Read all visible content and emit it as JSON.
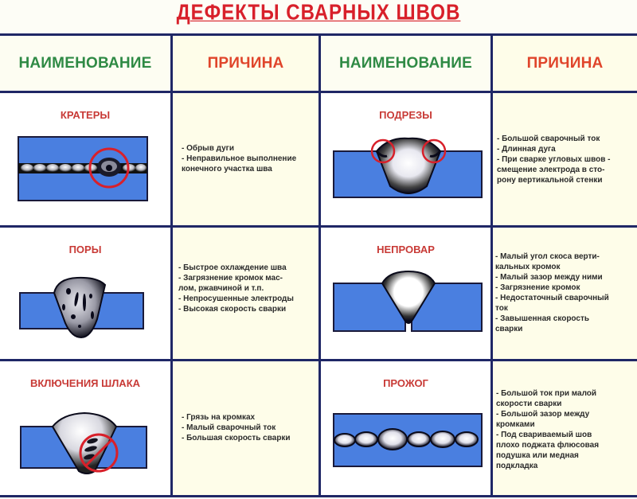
{
  "title": "ДЕФЕКТЫ СВАРНЫХ ШВОВ",
  "headers": {
    "name_left": "НАИМЕНОВАНИЕ",
    "cause_left": "ПРИЧИНА",
    "name_right": "НАИМЕНОВАНИЕ",
    "cause_right": "ПРИЧИНА"
  },
  "colors": {
    "title": "#d8202a",
    "header_name": "#2f8a45",
    "header_cause": "#e0452b",
    "defect_name": "#c83a36",
    "grid": "#1f2766",
    "plate": "#4a7fe0",
    "marker_circle": "#d8202a"
  },
  "defects": [
    {
      "name": "КРАТЕРЫ",
      "illustration": "crater-weld-icon",
      "causes": [
        "- Обрыв дуги",
        "- Неправильное выполнение",
        "конечного участка шва"
      ]
    },
    {
      "name": "ПОДРЕЗЫ",
      "illustration": "undercut-weld-icon",
      "causes": [
        "- Большой сварочный ток",
        "- Длинная дуга",
        "- При сварке угловых швов -",
        "смещение электрода в сто-",
        "рону вертикальной стенки"
      ]
    },
    {
      "name": "ПОРЫ",
      "illustration": "pores-weld-icon",
      "causes": [
        "- Быстрое охлаждение шва",
        "- Загрязнение кромок мас-",
        "лом, ржавчиной и т.п.",
        "- Непросушенные электроды",
        "- Высокая скорость сварки"
      ]
    },
    {
      "name": "НЕПРОВАР",
      "illustration": "incomplete-penetration-weld-icon",
      "causes": [
        "- Малый угол скоса верти-",
        "кальных кромок",
        "- Малый зазор между ними",
        "- Загрязнение кромок",
        "- Недостаточный сварочный",
        "ток",
        "- Завышенная скорость",
        "сварки"
      ]
    },
    {
      "name": "ВКЛЮЧЕНИЯ ШЛАКА",
      "illustration": "slag-inclusion-weld-icon",
      "causes": [
        "- Грязь на кромках",
        "- Малый сварочный ток",
        "- Большая скорость сварки"
      ]
    },
    {
      "name": "ПРОЖОГ",
      "illustration": "burn-through-weld-icon",
      "causes": [
        "- Большой ток при малой",
        "скорости сварки",
        "- Большой зазор между",
        "кромками",
        "- Под свариваемый шов",
        "плохо поджата флюсовая",
        "подушка или медная",
        "подкладка"
      ]
    }
  ]
}
